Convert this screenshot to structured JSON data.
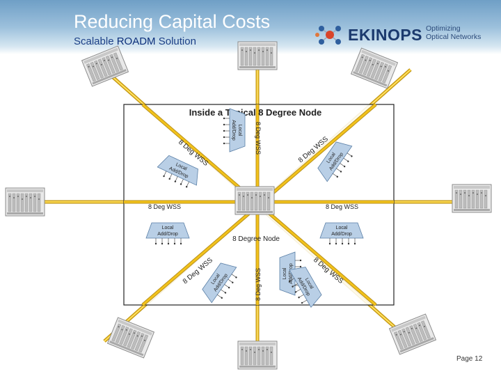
{
  "header": {
    "title": "Reducing Capital Costs",
    "subtitle": "Scalable ROADM Solution",
    "subtitle_highlight": "ROADM"
  },
  "logo": {
    "name": "EKINOPS",
    "tagline_line1": "Optimizing",
    "tagline_line2": "Optical Networks"
  },
  "diagram": {
    "box_title": "Inside a Typical 8 Degree Node",
    "node_label": "8 Degree Node",
    "wss_label": "8 Deg WSS",
    "add_drop_line1": "Local",
    "add_drop_line2": "Add/Drop",
    "colors": {
      "fiber": "#f2c21b",
      "fiber_edge": "#b8901a",
      "header_top": "#6f9fc6",
      "brand": "#1b3a6e",
      "logo_accent": "#d9442a"
    }
  },
  "footer": {
    "page": "Page 12"
  }
}
